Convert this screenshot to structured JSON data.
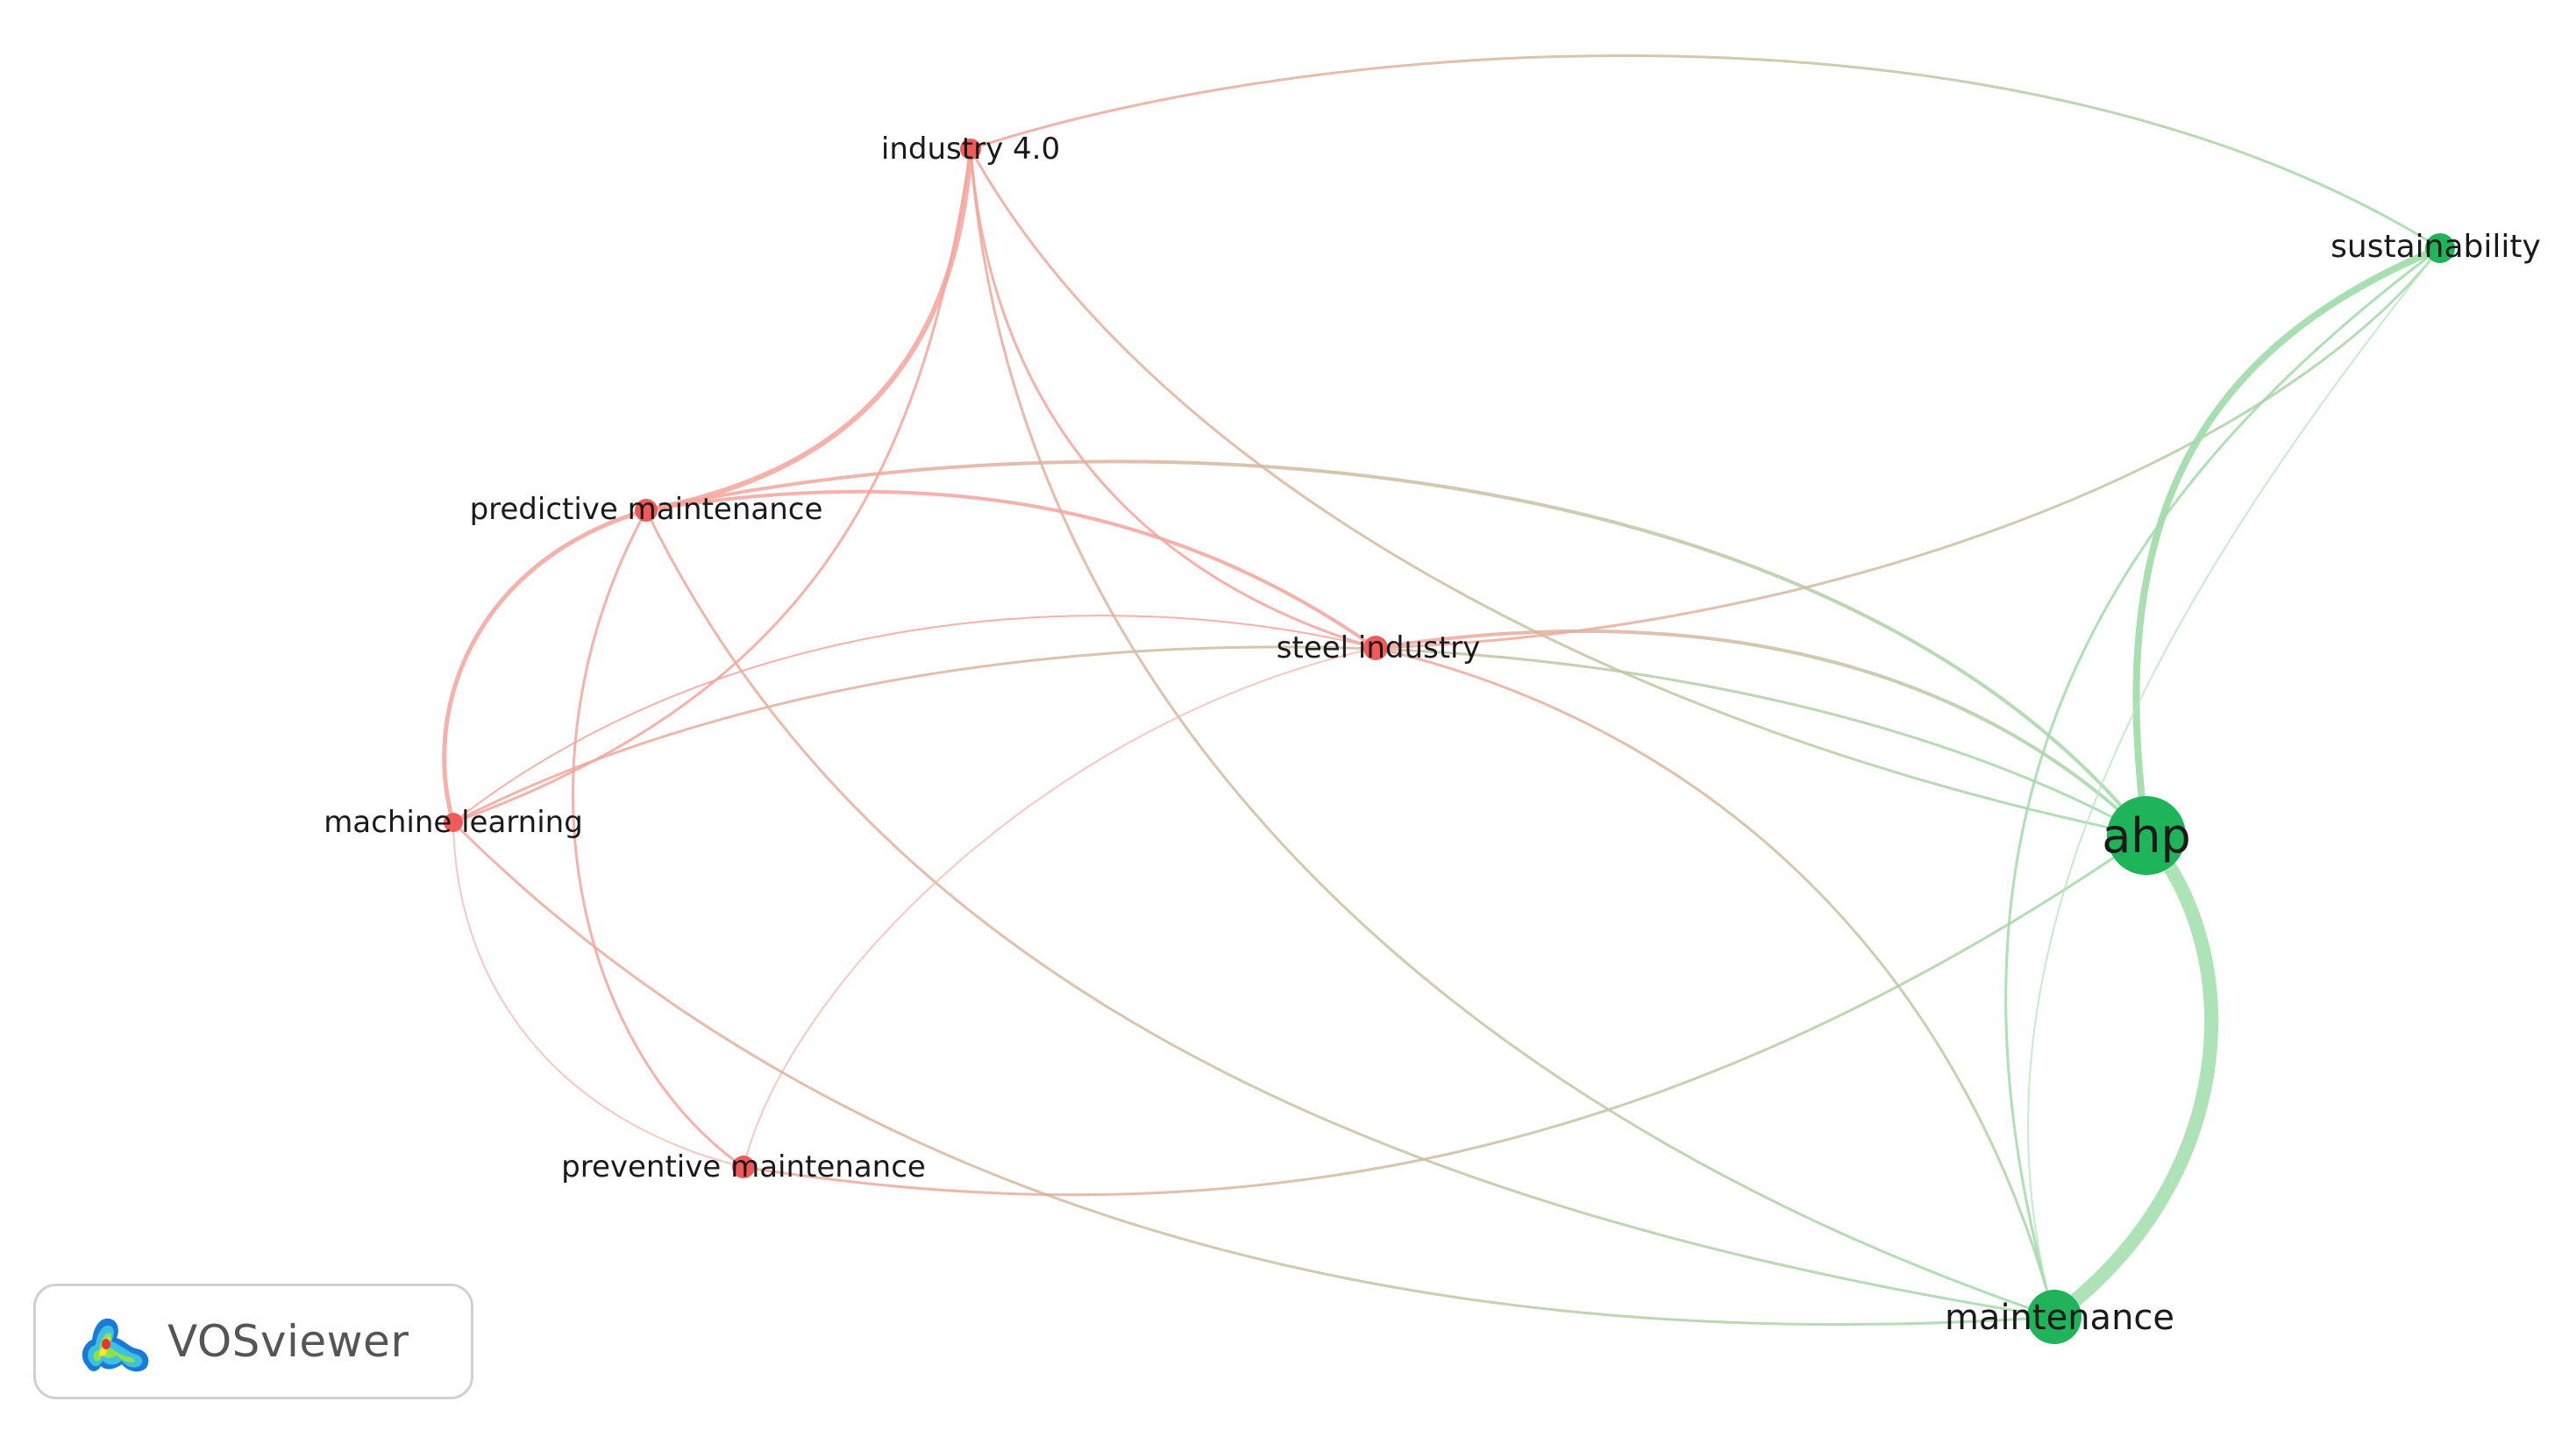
{
  "network": {
    "nodes": [
      {
        "id": "industry",
        "label": "industry 4.0",
        "cluster": "red",
        "size": "small"
      },
      {
        "id": "sustainability",
        "label": "sustainability",
        "cluster": "green",
        "size": "small"
      },
      {
        "id": "predictive",
        "label": "predictive maintenance",
        "cluster": "red",
        "size": "small"
      },
      {
        "id": "steel",
        "label": "steel industry",
        "cluster": "red",
        "size": "small"
      },
      {
        "id": "machine",
        "label": "machine learning",
        "cluster": "red",
        "size": "small"
      },
      {
        "id": "ahp",
        "label": "ahp",
        "cluster": "green",
        "size": "large"
      },
      {
        "id": "preventive",
        "label": "preventive maintenance",
        "cluster": "red",
        "size": "small"
      },
      {
        "id": "maintenance",
        "label": "maintenance",
        "cluster": "green",
        "size": "medium"
      }
    ],
    "links": [
      {
        "source": "industry",
        "target": "sustainability"
      },
      {
        "source": "industry",
        "target": "predictive"
      },
      {
        "source": "industry",
        "target": "machine"
      },
      {
        "source": "industry",
        "target": "steel"
      },
      {
        "source": "industry",
        "target": "ahp"
      },
      {
        "source": "industry",
        "target": "maintenance"
      },
      {
        "source": "predictive",
        "target": "steel"
      },
      {
        "source": "predictive",
        "target": "ahp"
      },
      {
        "source": "predictive",
        "target": "machine"
      },
      {
        "source": "predictive",
        "target": "preventive"
      },
      {
        "source": "predictive",
        "target": "maintenance"
      },
      {
        "source": "steel",
        "target": "machine"
      },
      {
        "source": "steel",
        "target": "ahp"
      },
      {
        "source": "steel",
        "target": "maintenance"
      },
      {
        "source": "steel",
        "target": "preventive"
      },
      {
        "source": "steel",
        "target": "sustainability"
      },
      {
        "source": "machine",
        "target": "ahp"
      },
      {
        "source": "machine",
        "target": "preventive"
      },
      {
        "source": "machine",
        "target": "maintenance"
      },
      {
        "source": "preventive",
        "target": "ahp"
      },
      {
        "source": "ahp",
        "target": "sustainability"
      },
      {
        "source": "ahp",
        "target": "maintenance"
      },
      {
        "source": "sustainability",
        "target": "maintenance"
      }
    ],
    "colors": {
      "red": "#f25a5a",
      "green": "#1fb35a"
    }
  },
  "badge": {
    "text": "VOSviewer"
  }
}
